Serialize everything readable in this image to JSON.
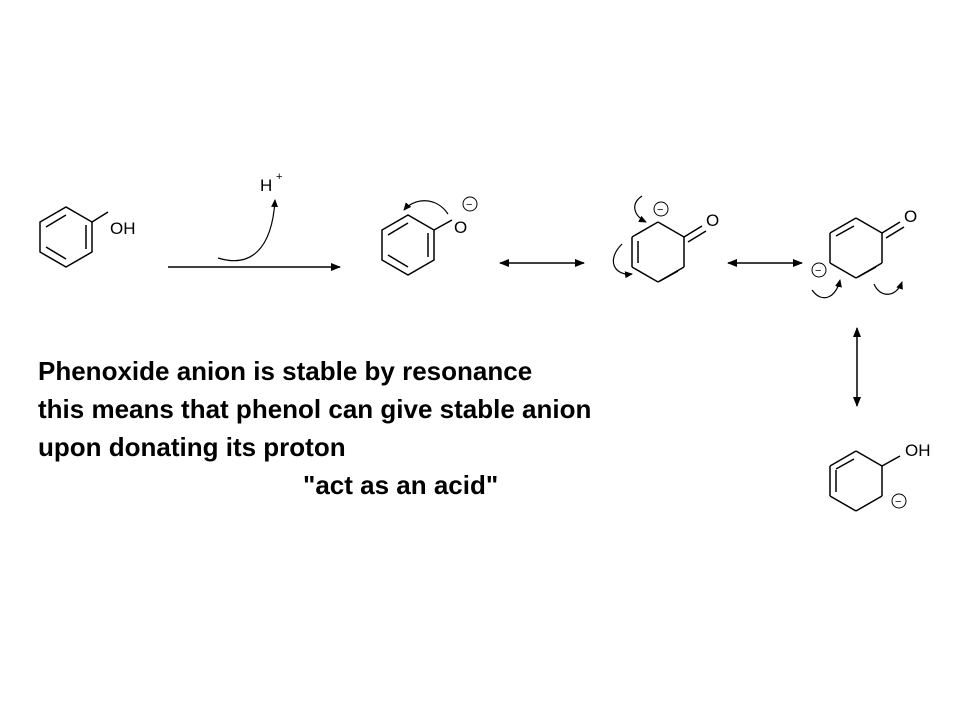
{
  "labels": {
    "phenol_oh": "OH",
    "proton": "H",
    "proton_charge": "+",
    "phenoxide_o": "O",
    "resonance_ortho_o": "O",
    "resonance_para_o": "O",
    "resonance_ortho2_oh": "OH",
    "negative_charge": "−"
  },
  "text": {
    "line1": "Phenoxide anion is stable by resonance",
    "line2": "this means that phenol can give stable anion",
    "line3": "upon donating its proton",
    "line4": "\"act as an acid\""
  },
  "colors": {
    "ink": "#000000",
    "background": "#ffffff"
  }
}
